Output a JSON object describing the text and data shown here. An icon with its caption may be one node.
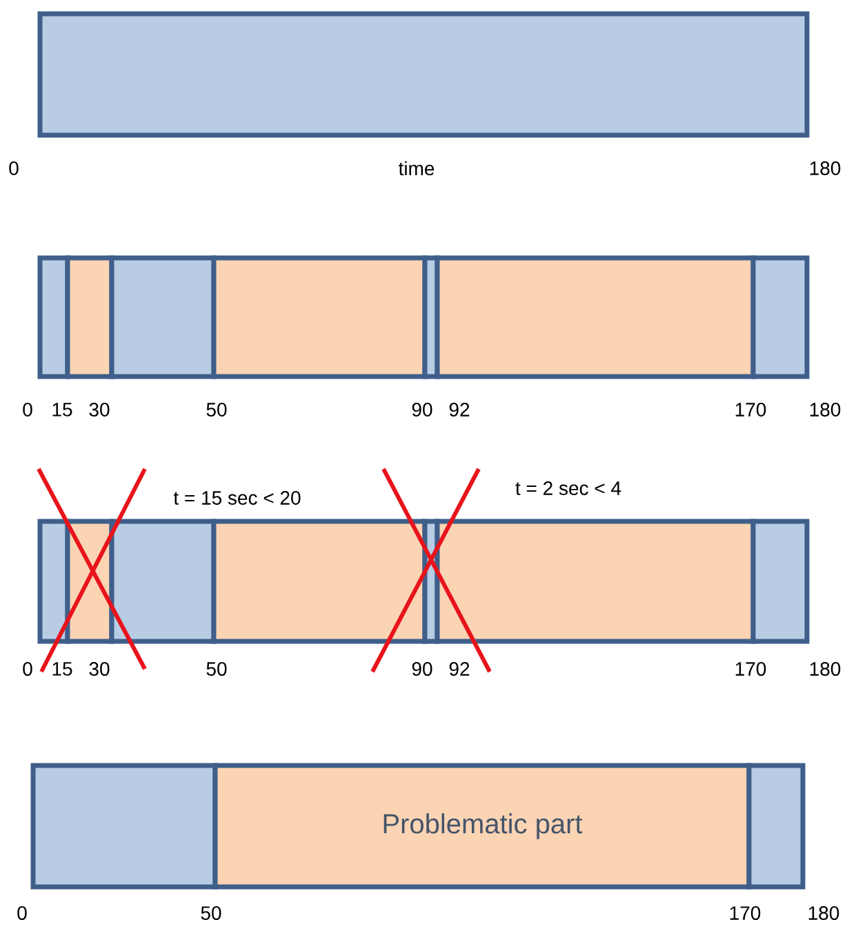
{
  "diagram": {
    "nodes": [
      {
        "text": [],
        "shape": "box"
      },
      {
        "text": [],
        "shape": "box"
      },
      {
        "text": [],
        "shape": "box"
      },
      {
        "text": [],
        "shape": "box"
      },
      {
        "text": [],
        "shape": "box"
      },
      {
        "text": [],
        "shape": "box"
      },
      {
        "text": [],
        "shape": "box"
      },
      {
        "text": [],
        "shape": "box"
      },
      {
        "text": [],
        "shape": "box"
      },
      {
        "text": [],
        "shape": "box"
      },
      {
        "text": [],
        "shape": "box"
      },
      {
        "text": [],
        "shape": "box"
      },
      {
        "text": [],
        "shape": "box"
      },
      {
        "text": [],
        "shape": "box"
      },
      {
        "text": [],
        "shape": "box"
      },
      {
        "text": [],
        "shape": "box"
      },
      {
        "text": [
          "Problematic part"
        ]
      },
      {
        "text": [],
        "shape": "box"
      }
    ],
    "labels": [
      "0",
      "time",
      "180",
      "0",
      "15",
      "30",
      "50",
      "90",
      "92",
      "170",
      "180",
      "t = 15 sec < 20",
      "t = 2 sec < 4",
      "0",
      "15",
      "30",
      "50",
      "90",
      "92",
      "170",
      "180",
      "0",
      "50",
      "170",
      "180"
    ]
  }
}
